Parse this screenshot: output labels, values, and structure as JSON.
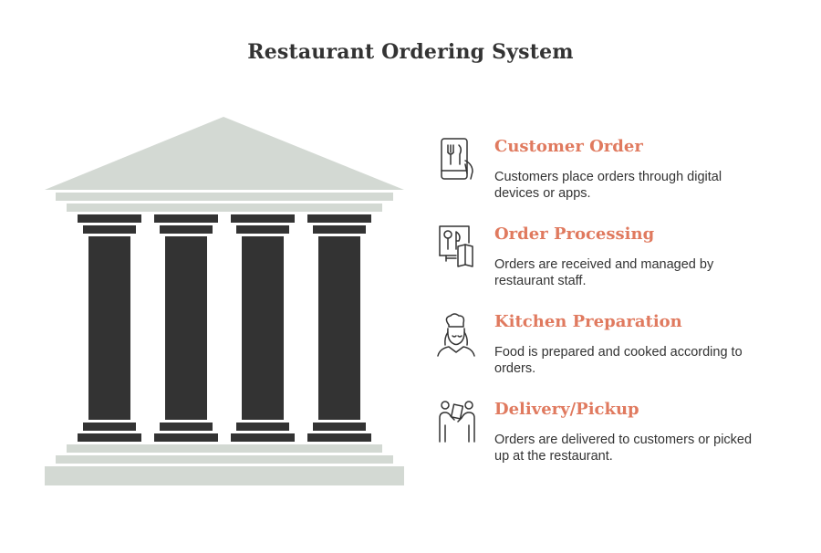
{
  "title": "Restaurant Ordering System",
  "colors": {
    "accent": "#e07a5f",
    "text": "#333333",
    "temple_light": "#d3d9d3",
    "temple_dark": "#333333"
  },
  "items": [
    {
      "icon": "phone-menu-icon",
      "heading": "Customer Order",
      "description": "Customers place orders through digital devices or apps."
    },
    {
      "icon": "menu-board-icon",
      "heading": "Order Processing",
      "description": "Orders are received and managed by restaurant staff."
    },
    {
      "icon": "chef-icon",
      "heading": "Kitchen Preparation",
      "description": "Food is prepared and cooked according to orders."
    },
    {
      "icon": "delivery-handoff-icon",
      "heading": "Delivery/Pickup",
      "description": "Orders are delivered to customers or picked up at the restaurant."
    }
  ]
}
